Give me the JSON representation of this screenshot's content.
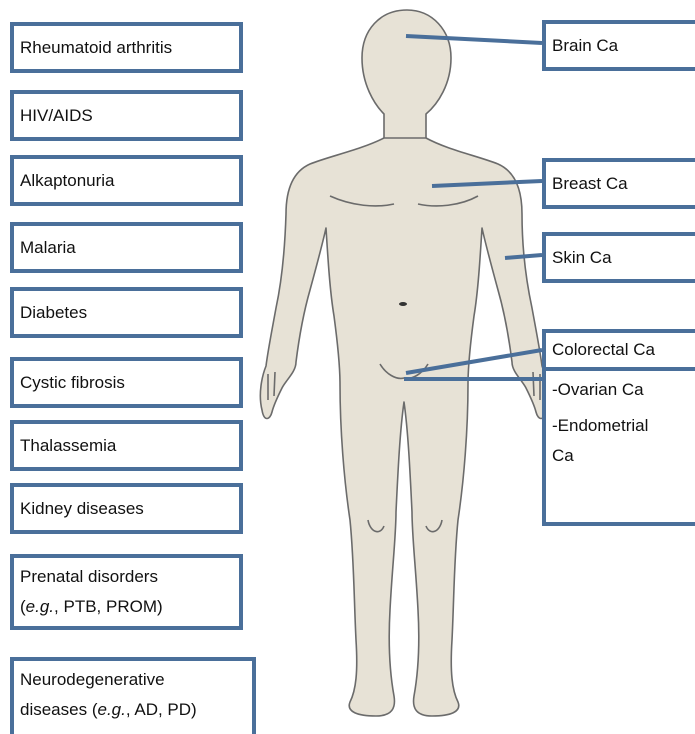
{
  "left_labels": [
    {
      "text": "Rheumatoid arthritis"
    },
    {
      "text": "HIV/AIDS"
    },
    {
      "text": "Alkaptonuria"
    },
    {
      "text": "Malaria"
    },
    {
      "text": "Diabetes"
    },
    {
      "text": "Cystic fibrosis"
    },
    {
      "text": "Thalassemia"
    },
    {
      "text": "Kidney diseases"
    },
    {
      "line1": "Prenatal disorders",
      "line2_pre": "(",
      "line2_em": "e.g.",
      "line2_post": ", PTB, PROM)"
    },
    {
      "line1": "Neurodegenerative",
      "line2_pre": "diseases (",
      "line2_em": "e.g.",
      "line2_post": ", AD, PD)"
    }
  ],
  "right_labels": [
    {
      "text": "Brain Ca"
    },
    {
      "text": "Breast Ca"
    },
    {
      "text": "Skin Ca"
    },
    {
      "text": "Colorectal Ca"
    },
    {
      "line1": "-Ovarian Ca",
      "line2": "-Endometrial",
      "line3": "Ca"
    }
  ],
  "colors": {
    "box_border": "#4a6f9a",
    "body_fill": "#e7e2d6",
    "body_outline": "#6b6b6b"
  }
}
